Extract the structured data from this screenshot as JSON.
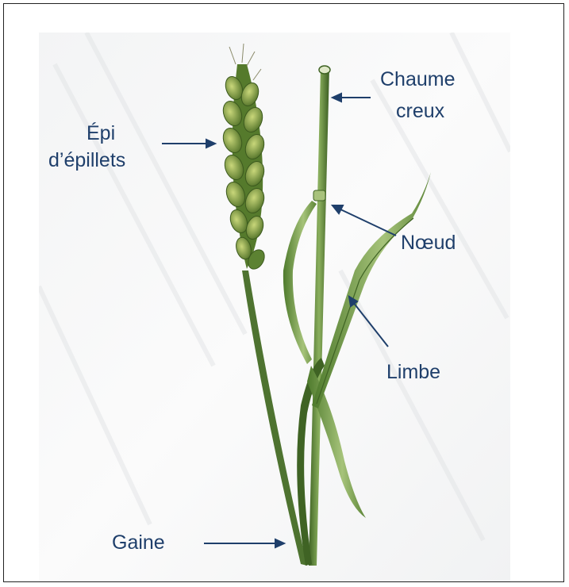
{
  "diagram": {
    "labels": {
      "epi_line1": "Épi",
      "epi_line2": "d’épillets",
      "chaume_line1": "Chaume",
      "chaume_line2": "creux",
      "noeud": "Nœud",
      "limbe": "Limbe",
      "gaine": "Gaine"
    },
    "colors": {
      "label_text": "#1f3f6b",
      "arrow": "#1f3f6b",
      "stem": "#5f8a3c",
      "stem_dark": "#2f4f1c",
      "leaf": "#7fa653",
      "ear": "#6b8f3a"
    }
  }
}
